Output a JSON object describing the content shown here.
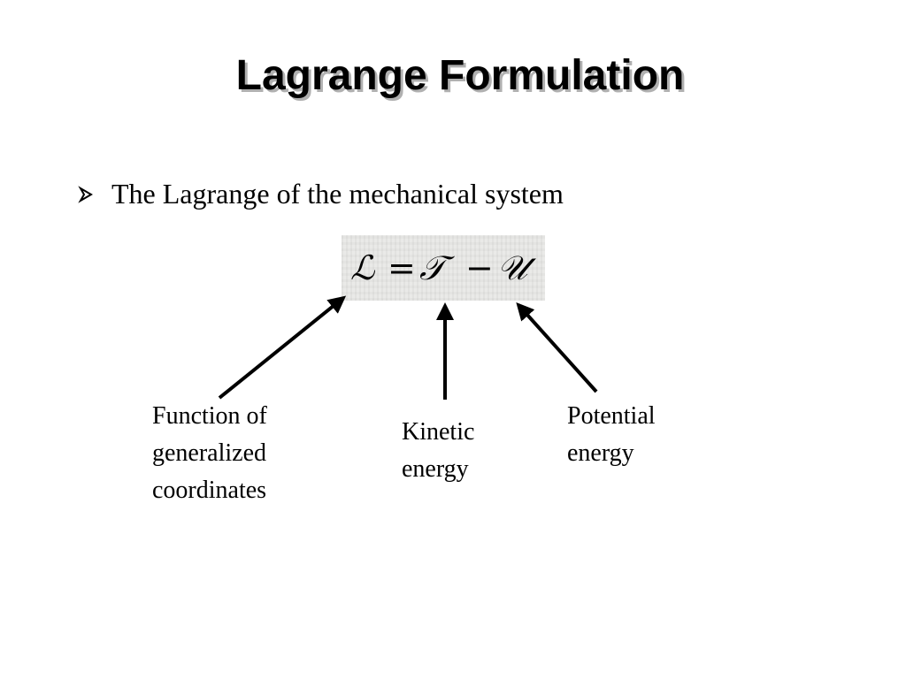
{
  "slide": {
    "title": "Lagrange Formulation",
    "bullet": {
      "marker_icon": "arrowhead-bullet-icon",
      "text": "The Lagrange of the mechanical system"
    },
    "equation": {
      "lhs": "ℒ",
      "equals": "=",
      "kinetic_symbol": "𝒯",
      "minus": "−",
      "potential_symbol": "𝒰"
    },
    "annotations": {
      "lagrangian": [
        "Function of",
        "generalized",
        "coordinates"
      ],
      "kinetic": [
        "Kinetic",
        "energy"
      ],
      "potential": [
        "Potential",
        "energy"
      ]
    },
    "colors": {
      "text": "#000000",
      "title_shadow": "#b0b0b0",
      "formula_background": "#e8e8e6"
    }
  }
}
